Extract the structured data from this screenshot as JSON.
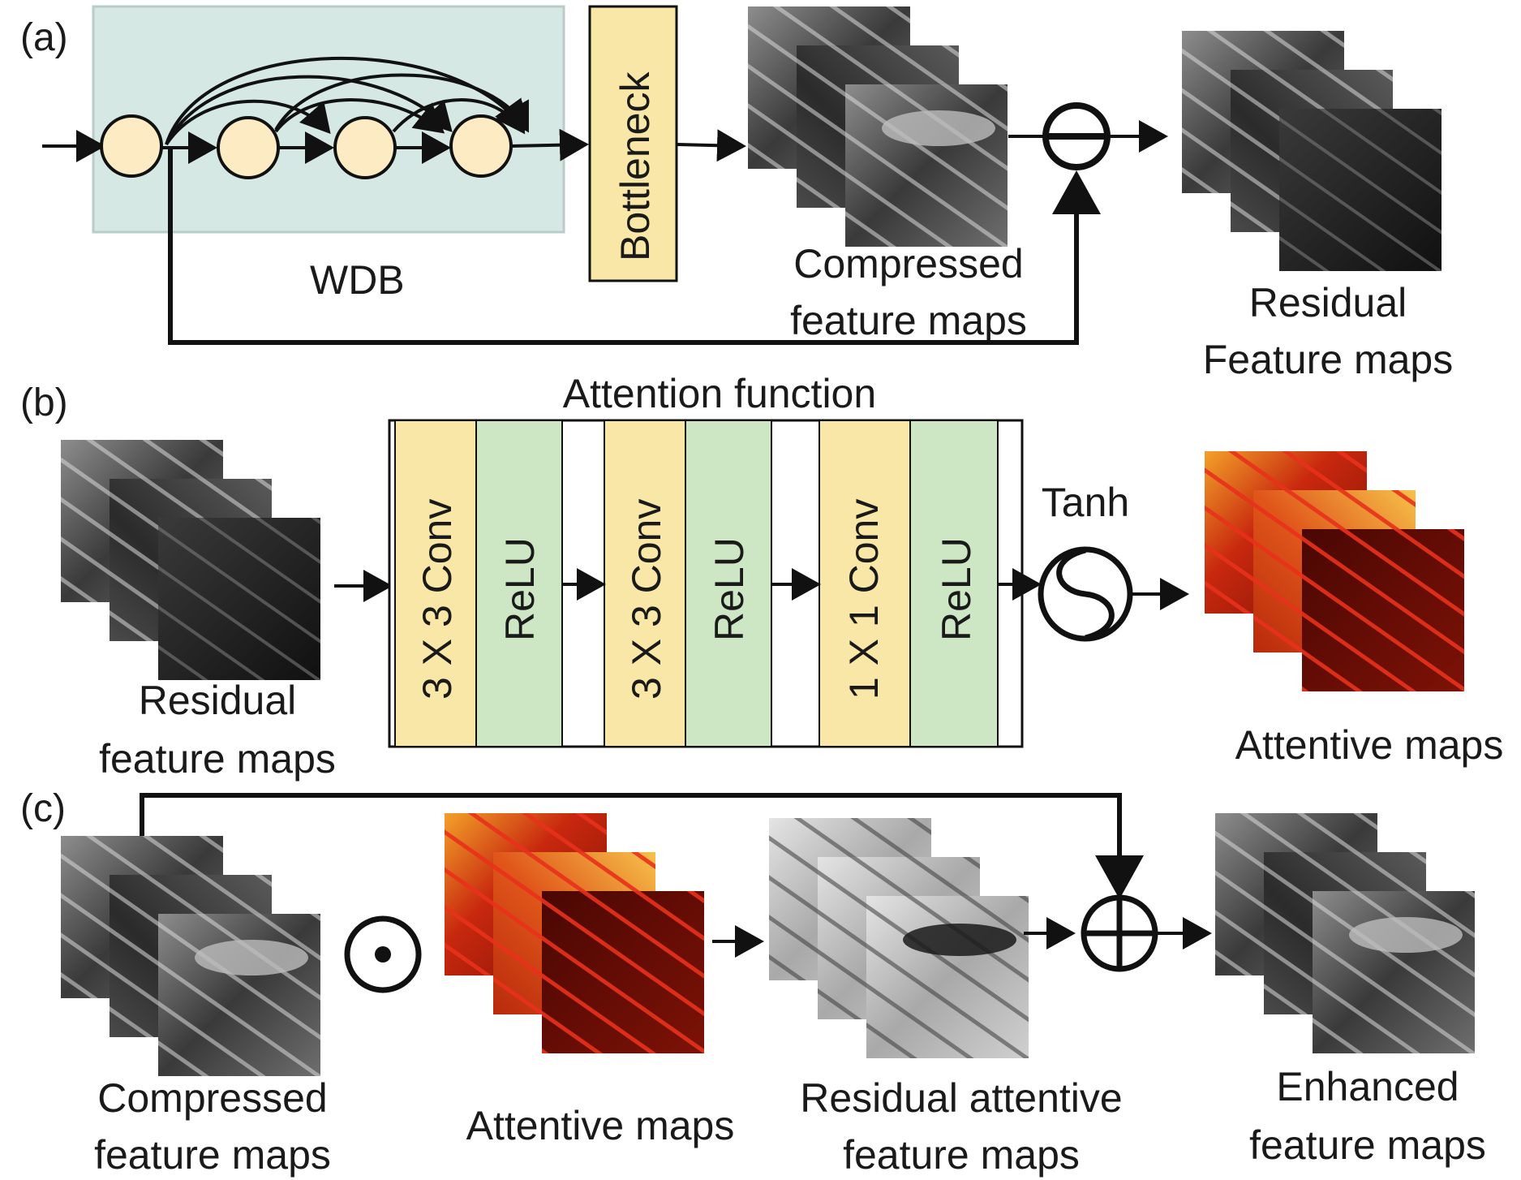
{
  "panels": {
    "a": {
      "tag": "(a)",
      "wdb": "WDB",
      "bottleneck": "Bottleneck",
      "compressed_line1": "Compressed",
      "compressed_line2": "feature maps",
      "residual_line1": "Residual",
      "residual_line2": "Feature maps"
    },
    "b": {
      "tag": "(b)",
      "attention_title": "Attention function",
      "residual_line1": "Residual",
      "residual_line2": "feature maps",
      "layers": [
        "3 X 3 Conv",
        "ReLU",
        "3 X 3 Conv",
        "ReLU",
        "1 X 1 Conv",
        "ReLU"
      ],
      "tanh": "Tanh",
      "attentive": "Attentive maps"
    },
    "c": {
      "tag": "(c)",
      "compressed_line1": "Compressed",
      "compressed_line2": "feature maps",
      "attentive": "Attentive maps",
      "residual_att_line1": "Residual attentive",
      "residual_att_line2": "feature maps",
      "enhanced_line1": "Enhanced",
      "enhanced_line2": "feature maps"
    }
  },
  "colors": {
    "wdb_background": "#d5e8e4",
    "node_fill": "#fdebc4",
    "conv_fill": "#f8e7a6",
    "relu_fill": "#cde6c3",
    "stroke": "#111111",
    "attentive_dark": "#5a0a05",
    "attentive_mid": "#c8280e",
    "attentive_light": "#f5a020"
  },
  "operators": {
    "subtract": "minus-circle-icon",
    "tanh": "tanh-icon",
    "multiply": "dot-product-icon",
    "add": "plus-circle-icon"
  }
}
